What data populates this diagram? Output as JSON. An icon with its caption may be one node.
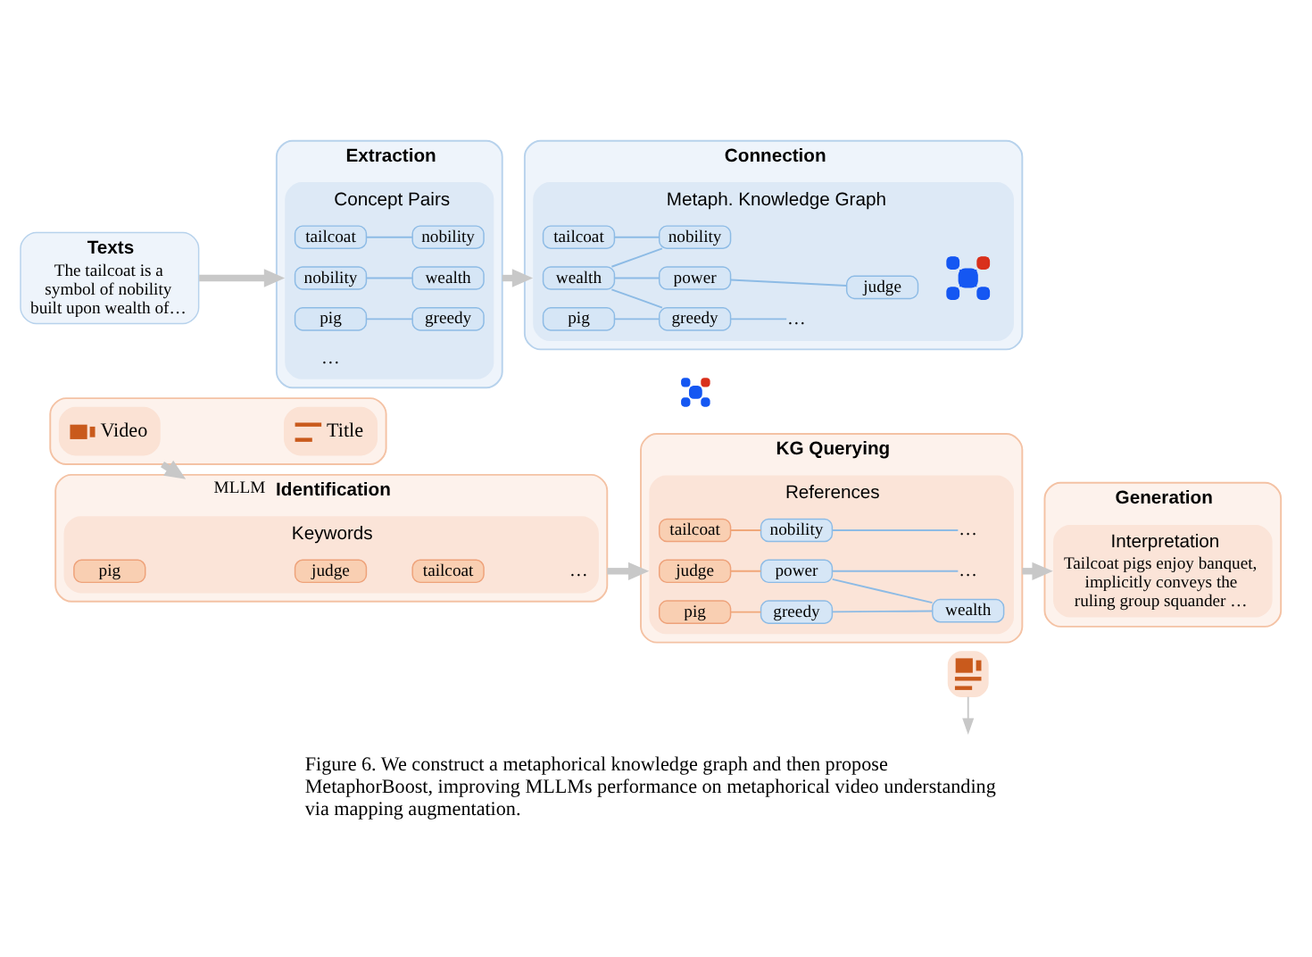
{
  "diagram": {
    "caption": "Figure 6. We construct a metaphorical knowledge graph and then propose MetaphorBoost, improving MLLMs performance on metaphorical video understanding via mapping augmentation.",
    "nodes": [
      {
        "text": [
          "Texts",
          "The tailcoat is a symbol of nobility built upon wealth of…"
        ]
      },
      {
        "text": [
          "Extraction"
        ]
      },
      {
        "text": [
          "Concept Pairs"
        ],
        "in": 1
      },
      {
        "text": [
          "tailcoat"
        ],
        "in": 2
      },
      {
        "text": [
          "nobility"
        ],
        "in": 2
      },
      {
        "text": [
          "nobility"
        ],
        "in": 2
      },
      {
        "text": [
          "wealth"
        ],
        "in": 2
      },
      {
        "text": [
          "pig"
        ],
        "in": 2
      },
      {
        "text": [
          "greedy"
        ],
        "in": 2
      },
      {
        "text": [
          "Connection"
        ]
      },
      {
        "text": [
          "Metaph. Knowledge Graph"
        ],
        "in": 9
      },
      {
        "text": [
          "tailcoat"
        ],
        "in": 10
      },
      {
        "text": [
          "nobility"
        ],
        "in": 10
      },
      {
        "text": [
          "judge"
        ],
        "in": 10
      },
      {
        "text": [
          "wealth"
        ],
        "in": 10
      },
      {
        "text": [
          "power"
        ],
        "in": 10
      },
      {
        "text": [
          "pig"
        ],
        "in": 10
      },
      {
        "text": [
          "greedy"
        ],
        "in": 10
      },
      {
        "text": [
          "…"
        ],
        "in": 10
      },
      {
        "text": [],
        "shape": "picture",
        "in": 10
      },
      {
        "text": [],
        "shape": "box"
      },
      {
        "text": [
          "Video"
        ],
        "in": 20
      },
      {
        "text": [
          "Title"
        ],
        "in": 20
      },
      {
        "text": [
          "Identification"
        ]
      },
      {
        "text": [
          "Keywords"
        ],
        "in": 23
      },
      {
        "text": [
          "pig"
        ],
        "in": 24
      },
      {
        "text": [
          "judge"
        ],
        "in": 24
      },
      {
        "text": [
          "tailcoat"
        ],
        "in": 24
      },
      {
        "text": [],
        "shape": "picture"
      },
      {
        "text": [
          "KG Querying"
        ]
      },
      {
        "text": [
          "References"
        ],
        "in": 29
      },
      {
        "text": [
          "tailcoat"
        ],
        "in": 30
      },
      {
        "text": [
          "nobility"
        ],
        "in": 30
      },
      {
        "text": [
          "…"
        ],
        "in": 30
      },
      {
        "text": [
          "judge"
        ],
        "in": 30
      },
      {
        "text": [
          "power"
        ],
        "in": 30
      },
      {
        "text": [
          "…"
        ],
        "in": 30
      },
      {
        "text": [
          "pig"
        ],
        "in": 30
      },
      {
        "text": [
          "greedy"
        ],
        "in": 30
      },
      {
        "text": [
          "wealth"
        ],
        "in": 30
      },
      {
        "text": [],
        "shape": "box"
      },
      {
        "text": [
          "Generation"
        ]
      },
      {
        "text": [
          "Interpretation",
          "Tailcoat pigs enjoy banquet, implicitly conveys the ruling group squander …"
        ],
        "in": 41
      }
    ],
    "edges": [
      {
        "from": 0,
        "to": 1,
        "arrow": "to",
        "style": "thick",
        "color": "#c8c8c8"
      },
      {
        "from": 1,
        "to": 9,
        "arrow": "to",
        "style": "thick",
        "color": "#c8c8c8"
      },
      {
        "from": 3,
        "to": 4,
        "arrow": "none"
      },
      {
        "from": 5,
        "to": 6,
        "arrow": "none"
      },
      {
        "from": 7,
        "to": 8,
        "arrow": "none"
      },
      {
        "from": 11,
        "to": 12,
        "arrow": "none"
      },
      {
        "from": 12,
        "to": 14,
        "arrow": "none"
      },
      {
        "from": 13,
        "to": 15,
        "arrow": "none"
      },
      {
        "from": 14,
        "to": 15,
        "arrow": "none"
      },
      {
        "from": 14,
        "to": 17,
        "arrow": "none"
      },
      {
        "from": 16,
        "to": 17,
        "arrow": "none"
      },
      {
        "from": 17,
        "to": 18,
        "arrow": "none"
      },
      {
        "from": 20,
        "to": 23,
        "arrow": "to",
        "label": "MLLM",
        "style": "thick",
        "color": "#c8c8c8"
      },
      {
        "from": 23,
        "to": 29,
        "arrow": "to",
        "style": "thick",
        "color": "#c8c8c8"
      },
      {
        "from": 29,
        "to": 41,
        "arrow": "to",
        "style": "thick",
        "color": "#c8c8c8"
      },
      {
        "from": 31,
        "to": 32,
        "arrow": "none",
        "color": "#f0a77a"
      },
      {
        "from": 32,
        "to": 33,
        "arrow": "none"
      },
      {
        "from": 34,
        "to": 35,
        "arrow": "none",
        "color": "#f0a77a"
      },
      {
        "from": 35,
        "to": 36,
        "arrow": "none"
      },
      {
        "from": 35,
        "to": 39,
        "arrow": "none"
      },
      {
        "from": 37,
        "to": 38,
        "arrow": "none",
        "color": "#f0a77a"
      },
      {
        "from": 38,
        "to": 39,
        "arrow": "none"
      },
      {
        "from": 40,
        "to": null,
        "arrow": "to",
        "color": "#c8c8c8"
      }
    ],
    "labels": [
      "…",
      "…"
    ]
  }
}
